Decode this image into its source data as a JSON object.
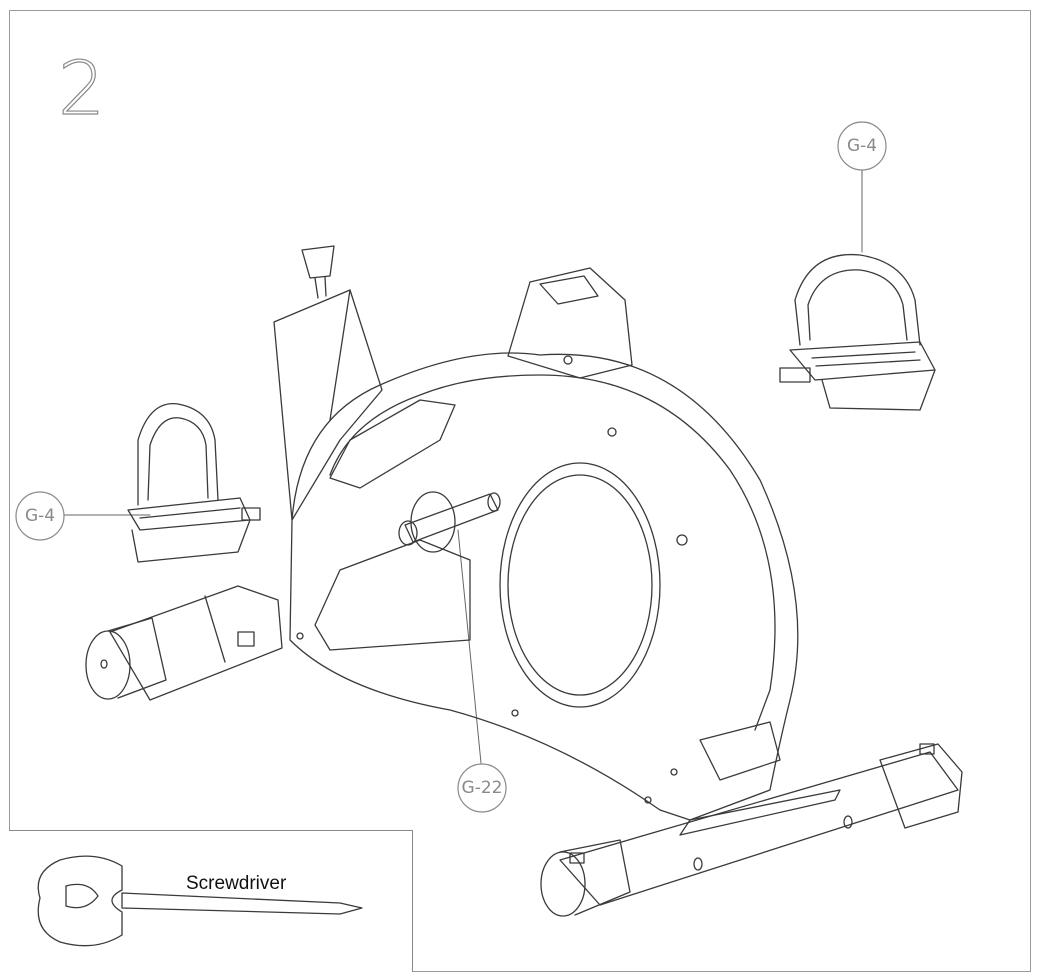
{
  "step": {
    "number": "2"
  },
  "callouts": {
    "pedal_right": "G-4",
    "pedal_left": "G-4",
    "crank_bolt": "G-22"
  },
  "tool": {
    "label": "Screwdriver"
  },
  "colors": {
    "line": "#3a3a3a",
    "callout": "#8a8a8a",
    "frame": "#9a9a9a"
  }
}
